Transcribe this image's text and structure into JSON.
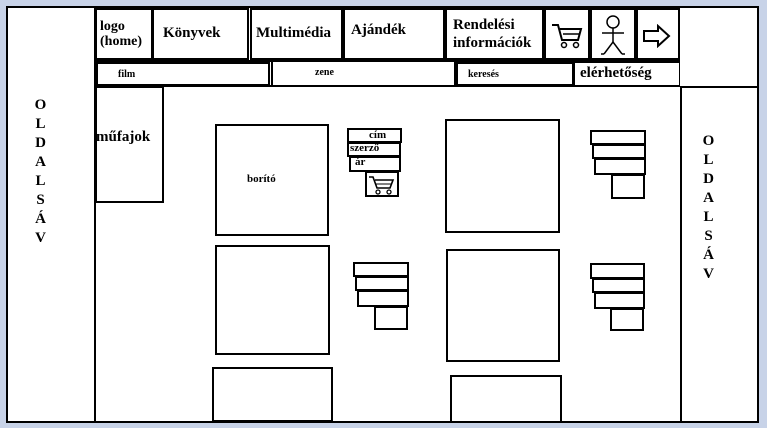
{
  "nav": {
    "logo": "logo (home)",
    "books": "Könyvek",
    "multimedia": "Multimédia",
    "gift": "Ajándék",
    "order_info": "Rendelési információk",
    "cart_icon": "cart-icon",
    "account_icon": "stick-figure-icon",
    "logout_icon": "arrow-right-icon"
  },
  "subnav": {
    "film": "film",
    "music": "zene",
    "search": "keresés",
    "contact": "elérhetőség"
  },
  "sidebar": {
    "left_label": "OLDALSÁV",
    "right_label": "OLDALSÁV",
    "genres": "műfajok"
  },
  "product": {
    "cover": "borító",
    "title": "cím",
    "author": "szerző",
    "price": "ár",
    "cart_icon": "cart-icon"
  }
}
